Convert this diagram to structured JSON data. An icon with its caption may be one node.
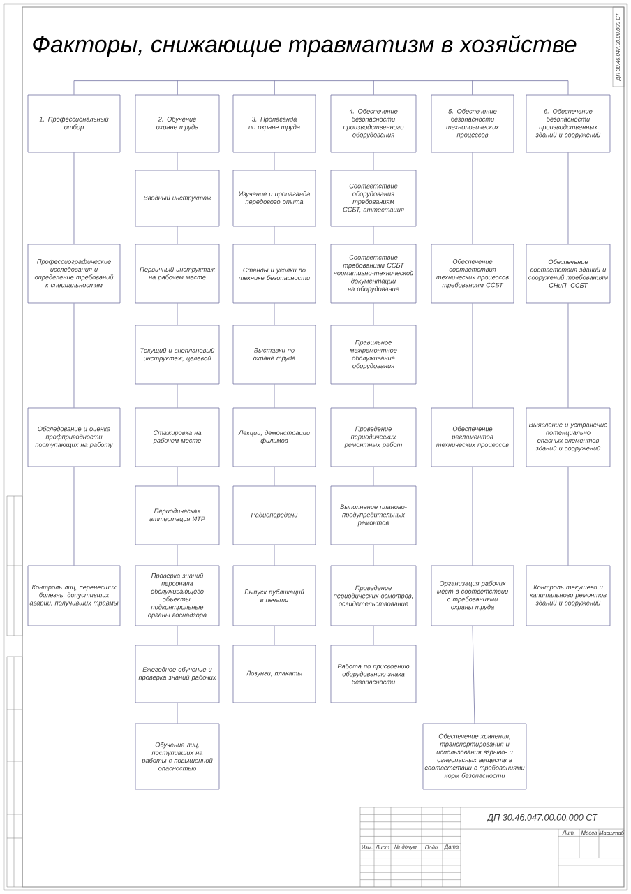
{
  "diagram": {
    "title": "Факторы, снижающие травматизм в хозяйстве",
    "nodes": [
      {
        "text": [
          "1. Профессиональный отбор"
        ]
      },
      {
        "text": [
          "2. Обучение охране труда"
        ]
      },
      {
        "text": [
          "3. Пропаганда по охране труда"
        ]
      },
      {
        "text": [
          "4. Обеспечение безопасности производственного оборудования"
        ]
      },
      {
        "text": [
          "5. Обеспечение безопасности технологических процессов"
        ]
      },
      {
        "text": [
          "6. Обеспечение безопасности производственных зданий и сооружений"
        ]
      },
      {
        "text": [
          "Вводный инструктаж"
        ]
      },
      {
        "text": [
          "Изучение и пропаганда передового опыта"
        ]
      },
      {
        "text": [
          "Соответствие оборудования требованиям ССБТ, аттестация"
        ]
      },
      {
        "text": [
          "Профессиографические исследования и определение требований к специальностям"
        ]
      },
      {
        "text": [
          "Первичный инструктаж на рабочем месте"
        ]
      },
      {
        "text": [
          "Стенды и уголки по технике безопасности"
        ]
      },
      {
        "text": [
          "Соответствие требованиям ССБТ нормативно-технической документации на оборудование"
        ]
      },
      {
        "text": [
          "Обеспечение соответствия технических процессов требованиям ССБТ"
        ]
      },
      {
        "text": [
          "Обеспечение соответствия зданий и сооружений требованиям СНиП, ССБТ"
        ]
      },
      {
        "text": [
          "Текущий и внеплановый инструктаж, целевой"
        ]
      },
      {
        "text": [
          "Выставки по охране труда"
        ]
      },
      {
        "text": [
          "Правильное межремонтное обслуживание оборудования"
        ]
      },
      {
        "text": [
          "Обследование и оценка профпригодности поступающих на работу"
        ]
      },
      {
        "text": [
          "Стажировка на рабочем месте"
        ]
      },
      {
        "text": [
          "Лекции, демонстрации фильмов"
        ]
      },
      {
        "text": [
          "Проведение периодических ремонтных работ"
        ]
      },
      {
        "text": [
          "Обеспечение регламентов технических процессов"
        ]
      },
      {
        "text": [
          "Выявление и устранение потенциально опасных элементов зданий и сооружений"
        ]
      },
      {
        "text": [
          "Периодическая аттестация ИТР"
        ]
      },
      {
        "text": [
          "Радиопередачи"
        ]
      },
      {
        "text": [
          "Выполнение планово-предупредительных ремонтов"
        ]
      },
      {
        "text": [
          "Контроль лиц, перенесших болезнь, допустивших аварии, получивших травмы"
        ]
      },
      {
        "text": [
          "Проверка знаний персонала обслуживающего объекты, подконтрольные органы госнадзора"
        ]
      },
      {
        "text": [
          "Выпуск публикаций в печати"
        ]
      },
      {
        "text": [
          "Проведение периодических осмотров, освидетельствование"
        ]
      },
      {
        "text": [
          "Организация рабочих мест в соответствии с требованиями охраны труда"
        ]
      },
      {
        "text": [
          "Контроль текущего и капитального ремонтов зданий и сооружений"
        ]
      },
      {
        "text": [
          "Ежегодное обучение и проверка знаний рабочих"
        ]
      },
      {
        "text": [
          "Лозунги, плакаты"
        ]
      },
      {
        "text": [
          "Работа по присвоению оборудованию знака безопасности"
        ]
      },
      {
        "text": [
          "Обучение лиц, поступивших на работы с повышенной опасностью"
        ]
      },
      {
        "text": [
          "Обеспечение хранения, транспортирования и использования взрыво- и огнеопасных веществ в соответствии с требованиями норм безопасности"
        ]
      }
    ],
    "edges": [
      {
        "from": 0,
        "to": 1,
        "arrow": "none"
      },
      {
        "from": 1,
        "to": 2,
        "arrow": "none"
      },
      {
        "from": 2,
        "to": 3,
        "arrow": "none"
      },
      {
        "from": 3,
        "to": 4,
        "arrow": "none"
      },
      {
        "from": 4,
        "to": 5,
        "arrow": "none"
      },
      {
        "from": 0,
        "to": 9,
        "arrow": "none"
      },
      {
        "from": 9,
        "to": 18,
        "arrow": "none"
      },
      {
        "from": 18,
        "to": 27,
        "arrow": "none"
      },
      {
        "from": 1,
        "to": 6,
        "arrow": "none"
      },
      {
        "from": 6,
        "to": 10,
        "arrow": "none"
      },
      {
        "from": 10,
        "to": 15,
        "arrow": "none"
      },
      {
        "from": 15,
        "to": 19,
        "arrow": "none"
      },
      {
        "from": 19,
        "to": 24,
        "arrow": "none"
      },
      {
        "from": 24,
        "to": 28,
        "arrow": "none"
      },
      {
        "from": 28,
        "to": 33,
        "arrow": "none"
      },
      {
        "from": 33,
        "to": 36,
        "arrow": "none"
      },
      {
        "from": 2,
        "to": 7,
        "arrow": "none"
      },
      {
        "from": 7,
        "to": 11,
        "arrow": "none"
      },
      {
        "from": 11,
        "to": 16,
        "arrow": "none"
      },
      {
        "from": 16,
        "to": 20,
        "arrow": "none"
      },
      {
        "from": 20,
        "to": 25,
        "arrow": "none"
      },
      {
        "from": 25,
        "to": 29,
        "arrow": "none"
      },
      {
        "from": 29,
        "to": 34,
        "arrow": "none"
      },
      {
        "from": 3,
        "to": 8,
        "arrow": "none"
      },
      {
        "from": 8,
        "to": 12,
        "arrow": "none"
      },
      {
        "from": 12,
        "to": 17,
        "arrow": "none"
      },
      {
        "from": 17,
        "to": 21,
        "arrow": "none"
      },
      {
        "from": 21,
        "to": 26,
        "arrow": "none"
      },
      {
        "from": 26,
        "to": 30,
        "arrow": "none"
      },
      {
        "from": 30,
        "to": 35,
        "arrow": "none"
      },
      {
        "from": 4,
        "to": 13,
        "arrow": "none"
      },
      {
        "from": 13,
        "to": 22,
        "arrow": "none"
      },
      {
        "from": 22,
        "to": 31,
        "arrow": "none"
      },
      {
        "from": 31,
        "to": 37,
        "arrow": "none"
      },
      {
        "from": 5,
        "to": 14,
        "arrow": "none"
      },
      {
        "from": 14,
        "to": 23,
        "arrow": "none"
      },
      {
        "from": 23,
        "to": 32,
        "arrow": "none"
      }
    ],
    "labels": [
      "ДП 30.46.047.00.00.000 СТ",
      "ДП 30.46.047.00.00.000 СТ",
      "Изм.",
      "Лист",
      "№ докум.",
      "Подп.",
      "Дата",
      "Лит.",
      "Масса",
      "Масштаб"
    ]
  }
}
